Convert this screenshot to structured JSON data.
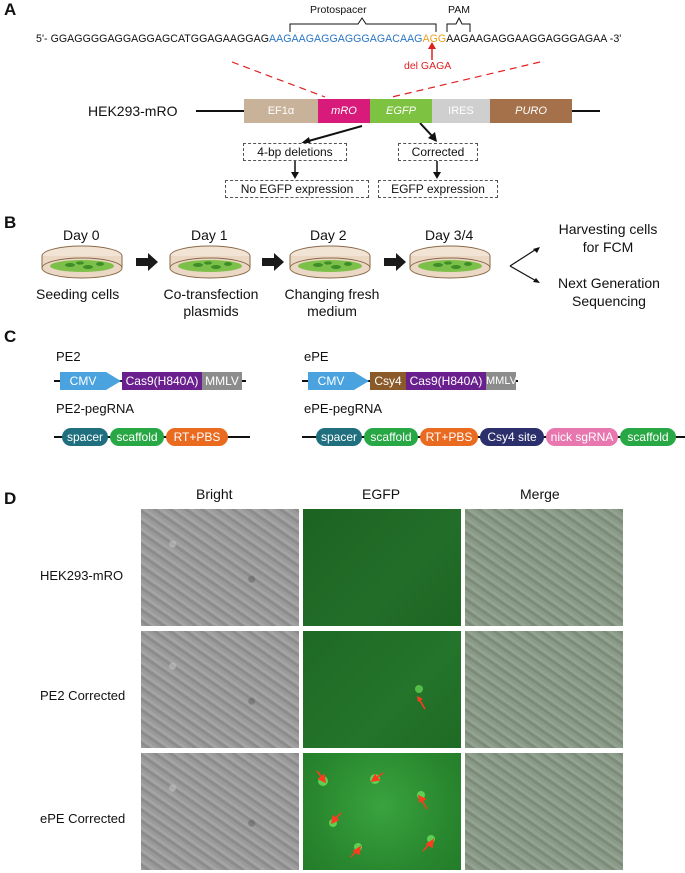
{
  "panelA": {
    "label": "A",
    "seq_prefix": "5'- GGAGGGGAGGAGGAGCATGGAGAAGGAG",
    "seq_protospacer": "AAGAAGAGGAGGGAGACAAG",
    "seq_pam": "AGG",
    "seq_suffix": "AAGAAGAGGAAGGAGGGAGAA -3'",
    "protospacer_label": "Protospacer",
    "pam_label": "PAM",
    "del_label": "del GAGA",
    "construct_label": "HEK293-mRO",
    "segments": [
      {
        "label": "EF1α",
        "color": "#c8b39a"
      },
      {
        "label": "mRO",
        "color": "#d81b7a"
      },
      {
        "label": "EGFP",
        "color": "#7ec242"
      },
      {
        "label": "IRES",
        "color": "#cfcfcf"
      },
      {
        "label": "PURO",
        "color": "#a4714a"
      }
    ],
    "outcome_left": "4-bp deletions",
    "outcome_left_result": "No EGFP expression",
    "outcome_right": "Corrected",
    "outcome_right_result": "EGFP expression"
  },
  "panelB": {
    "label": "B",
    "days": [
      {
        "day": "Day 0",
        "caption": "Seeding cells"
      },
      {
        "day": "Day 1",
        "caption": "Co-transfection\nplasmids"
      },
      {
        "day": "Day 2",
        "caption": "Changing fresh\nmedium"
      },
      {
        "day": "Day 3/4",
        "caption": ""
      }
    ],
    "outcome1": "Harvesting cells\nfor FCM",
    "outcome2": "Next Generation\nSequencing"
  },
  "panelC": {
    "label": "C",
    "pe2_title": "PE2",
    "pe2_parts": [
      "CMV",
      "Cas9(H840A)",
      "MMLV"
    ],
    "epe_title": "ePE",
    "epe_parts": [
      "CMV",
      "Csy4",
      "Cas9(H840A)",
      "MMLV"
    ],
    "pe2_peg_title": "PE2-pegRNA",
    "pe2_peg_parts": [
      "spacer",
      "scaffold",
      "RT+PBS"
    ],
    "epe_peg_title": "ePE-pegRNA",
    "epe_peg_parts": [
      "spacer",
      "scaffold",
      "RT+PBS",
      "Csy4 site",
      "nick sgRNA",
      "scaffold"
    ],
    "colors": {
      "cmv": "#4aa3df",
      "csy4": "#8b5a2b",
      "cas9": "#6a1f8f",
      "mmlv": "#8c8c8c",
      "spacer": "#1f6f7f",
      "scaffold": "#27a844",
      "rtpbs": "#ea6a1f",
      "csy4site": "#2b2f6b",
      "nick": "#e877b0"
    }
  },
  "panelD": {
    "label": "D",
    "columns": [
      "Bright",
      "EGFP",
      "Merge"
    ],
    "rows": [
      "HEK293-mRO",
      "PE2 Corrected",
      "ePE Corrected"
    ]
  }
}
